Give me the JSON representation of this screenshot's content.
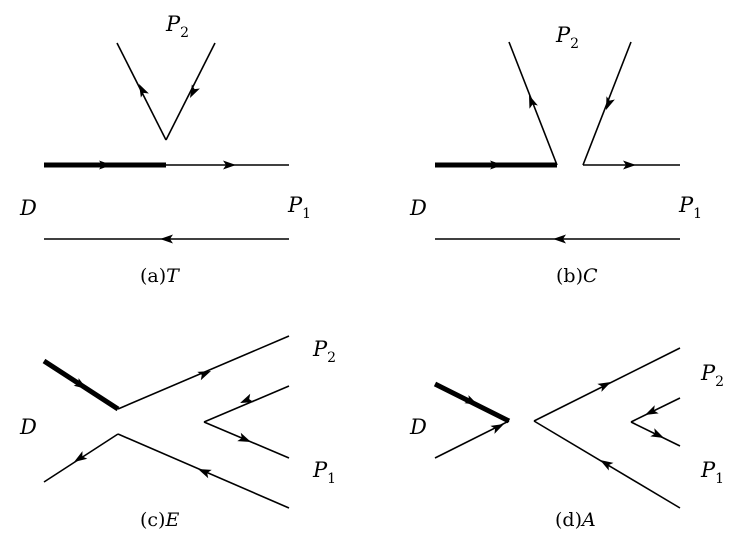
{
  "diagrams": [
    {
      "caption": {
        "paren": "(a)",
        "letter": "T"
      },
      "labels": {
        "D": "D",
        "P2_letter": "P",
        "P2_sub": "2",
        "P1_letter": "P",
        "P1_sub": "1"
      }
    },
    {
      "caption": {
        "paren": "(b)",
        "letter": "C"
      },
      "labels": {
        "D": "D",
        "P2_letter": "P",
        "P2_sub": "2",
        "P1_letter": "P",
        "P1_sub": "1"
      }
    },
    {
      "caption": {
        "paren": "(c)",
        "letter": "E"
      },
      "labels": {
        "D": "D",
        "P2_letter": "P",
        "P2_sub": "2",
        "P1_letter": "P",
        "P1_sub": "1"
      }
    },
    {
      "caption": {
        "paren": "(d)",
        "letter": "A"
      },
      "labels": {
        "D": "D",
        "P2_letter": "P",
        "P2_sub": "2",
        "P1_letter": "P",
        "P1_sub": "1"
      }
    }
  ]
}
